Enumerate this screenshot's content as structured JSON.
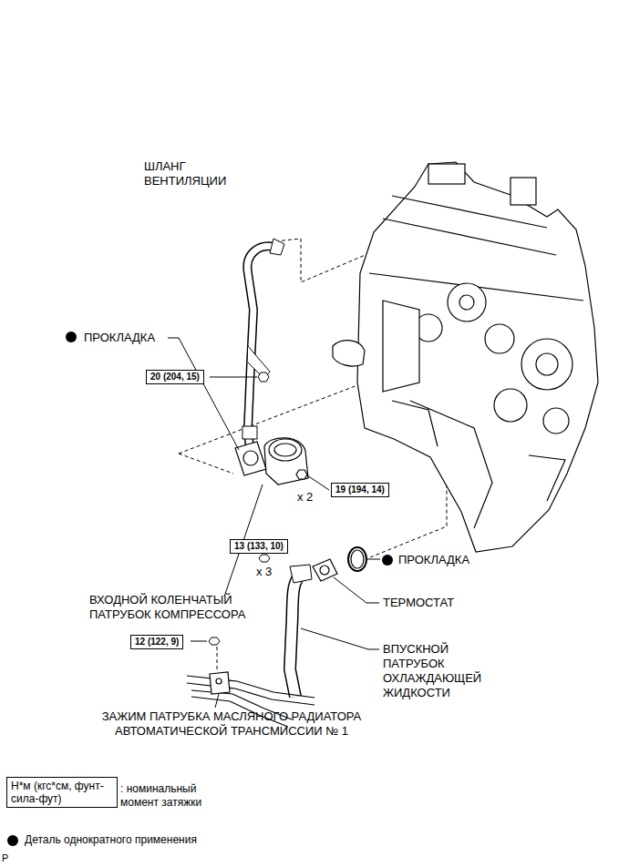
{
  "diagram": {
    "nodes": [
      {
        "text": [
          "20 (204, 15)"
        ]
      },
      {
        "text": [
          "19 (194, 14)"
        ]
      },
      {
        "text": [
          "13 (133, 10)"
        ]
      },
      {
        "text": [
          "12 (122, 9)"
        ]
      },
      {
        "text": [
          "Н*м (кгс*см, фунт-сила-фут)"
        ]
      }
    ],
    "labels": [
      "ШЛАНГ ВЕНТИЛЯЦИИ",
      "ПРОКЛАДКА",
      "x 2",
      "ВХОДНОЙ КОЛЕНЧАТЫЙ ПАТРУБОК КОМПРЕССОРА",
      "x 3",
      "ПРОКЛАДКА",
      "ТЕРМОСТАТ",
      "ВПУСКНОЙ ПАТРУБОК ОХЛАЖДАЮЩЕЙ ЖИДКОСТИ",
      "ЗАЖИМ ПАТРУБКА МАСЛЯНОГО РАДИАТОРА АВТОМАТИЧЕСКОЙ ТРАНСМИССИИ № 1",
      "P"
    ],
    "legend": [
      {
        "text": ": номинальный момент затяжки"
      },
      {
        "text": "Деталь однократного применения"
      }
    ]
  }
}
